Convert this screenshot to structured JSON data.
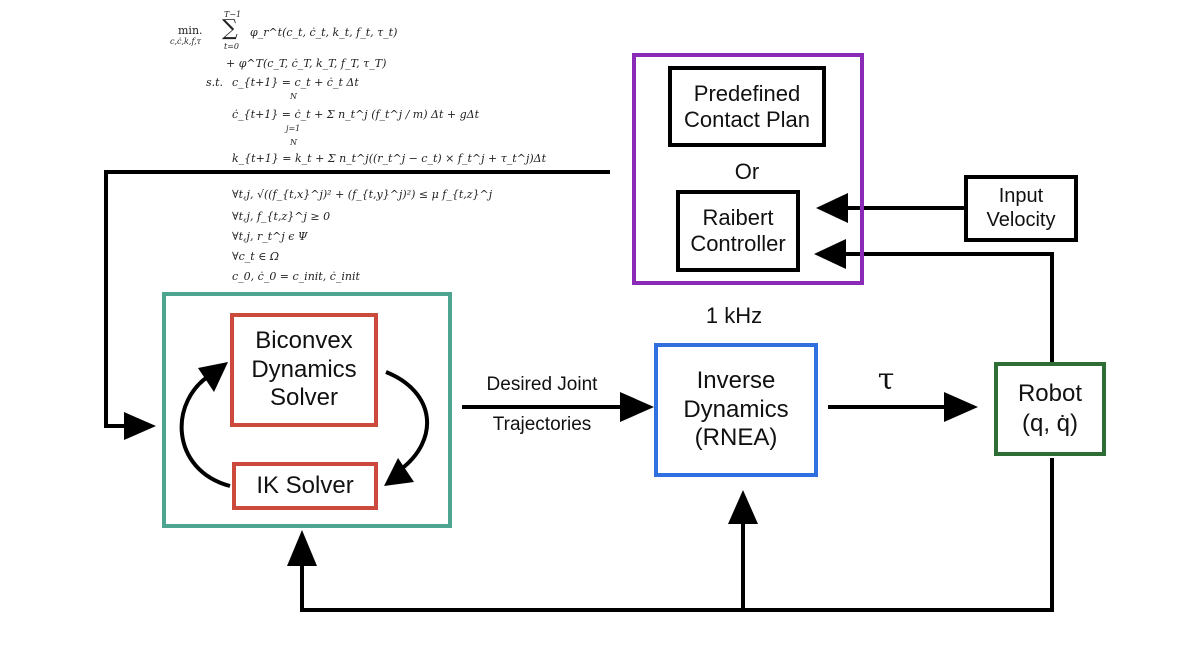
{
  "colors": {
    "teal": "#4da58f",
    "red": "#cc4a3c",
    "blue": "#2f6fe0",
    "green": "#2e6e36",
    "purple": "#8a2bb8",
    "black": "#000000"
  },
  "optimization": {
    "objective_min": "min.",
    "objective_vars": "c,ċ,k,f,τ",
    "sum_top": "T−1",
    "sum_bottom": "t=0",
    "running_cost": "φ_r^t(c_t, ċ_t, k_t, f_t, τ_t)",
    "terminal_cost": "+ φ^T(c_T, ċ_T, k_T, f_T, τ_T)",
    "st_label": "s.t.",
    "c1": "c_{t+1} = c_t + ċ_t Δt",
    "c2_sum_top": "N",
    "c2_sum_bottom": "j=1",
    "c2": "ċ_{t+1} = ċ_t + Σ n_t^j (f_t^j / m) Δt + gΔt",
    "c3_sum_top": "N",
    "c3": "k_{t+1} = k_t + Σ n_t^j((r_t^j − c_t) × f_t^j + τ_t^j)Δt",
    "c4": "∀t,j, √((f_{t,x}^j)² + (f_{t,y}^j)²) ≤ μ f_{t,z}^j",
    "c5": "∀t,j, f_{t,z}^j ≥ 0",
    "c6": "∀t,j, r_t^j ϵ Ψ",
    "c7": "∀c_t ∈ Ω",
    "c8": "c_0, ċ_0 = c_init, ċ_init"
  },
  "blocks": {
    "predefined_contact_plan": "Predefined\nContact Plan",
    "or_label": "Or",
    "raibert_controller": "Raibert\nController",
    "input_velocity": "Input\nVelocity",
    "frequency_label": "1 kHz",
    "biconvex_solver": "Biconvex\nDynamics\nSolver",
    "ik_solver": "IK Solver",
    "desired_joint": "Desired Joint",
    "trajectories": "Trajectories",
    "inverse_dynamics": "Inverse\nDynamics\n(RNEA)",
    "tau_label": "τ",
    "robot": "Robot\n(q, q̇)"
  }
}
